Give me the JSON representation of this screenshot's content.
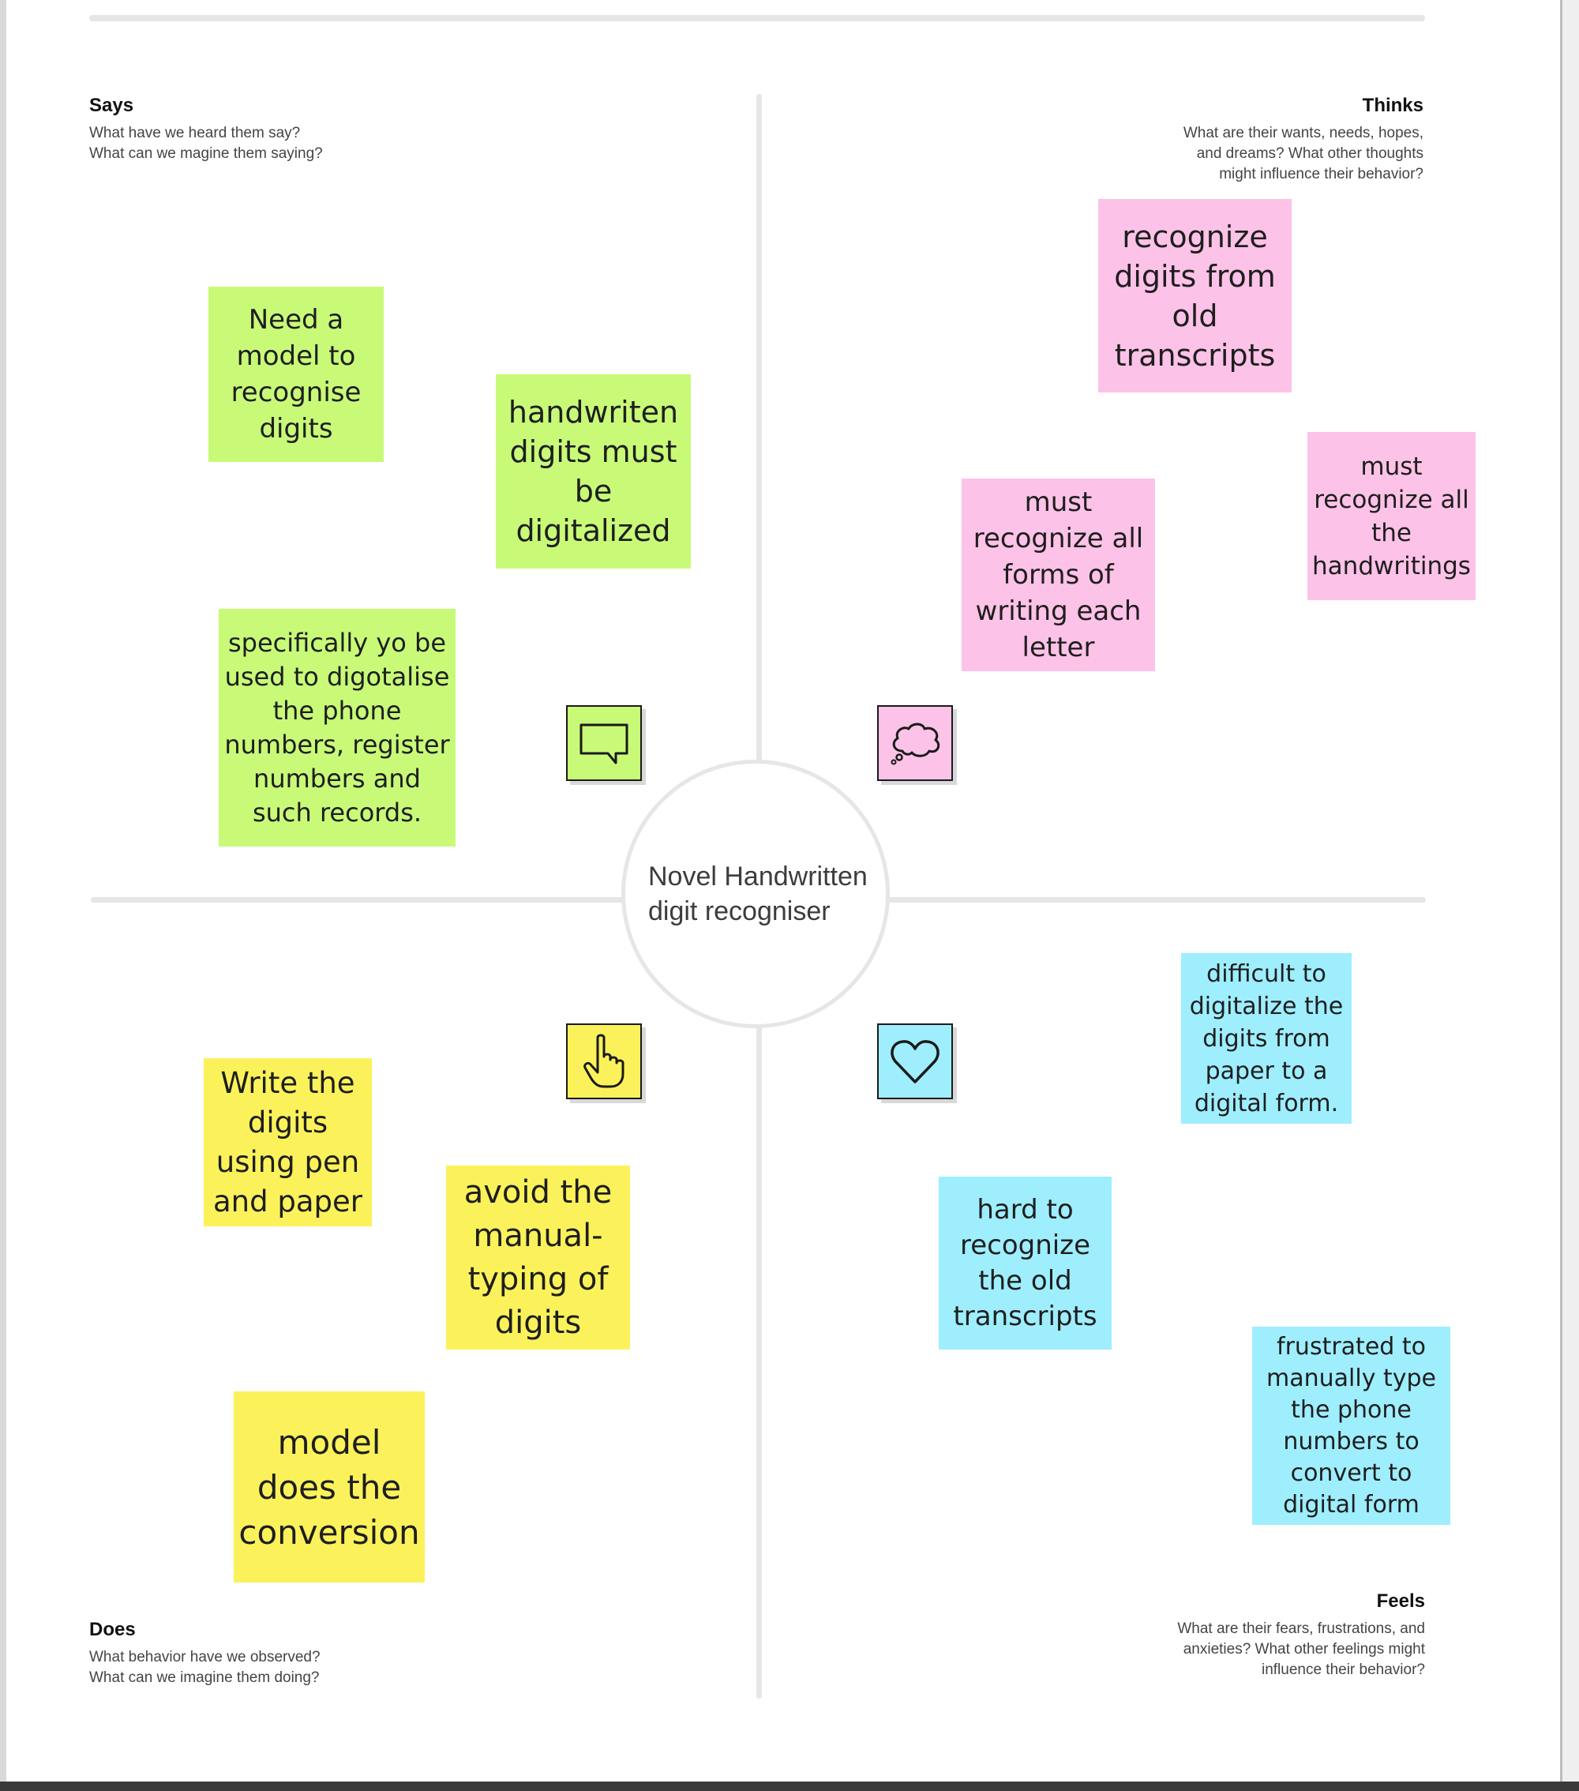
{
  "center": {
    "title": "Novel Handwritten digit recogniser"
  },
  "quadrants": {
    "says": {
      "title": "Says",
      "desc1": "What have we heard them say?",
      "desc2": "What can we magine them saying?"
    },
    "thinks": {
      "title": "Thinks",
      "desc1": "What are their wants, needs, hopes,",
      "desc2": "and dreams? What other thoughts",
      "desc3": "might influence their behavior?"
    },
    "does": {
      "title": "Does",
      "desc1": "What behavior have we observed?",
      "desc2": "What can we imagine them doing?"
    },
    "feels": {
      "title": "Feels",
      "desc1": "What are their fears, frustrations, and",
      "desc2": "anxieties? What other feelings might",
      "desc3": "influence their behavior?"
    }
  },
  "notes": {
    "says": [
      "Need a model to recognise digits",
      "handwriten digits must be digitalized",
      "specifically yo be used to digotalise the phone numbers, register numbers and such records."
    ],
    "thinks": [
      "recognize digits from old transcripts",
      "must recognize all the handwritings",
      "must recognize all forms of writing each letter"
    ],
    "does": [
      "Write the digits using pen and paper",
      "avoid the manual-typing of digits",
      "model does the conversion"
    ],
    "feels": [
      "difficult to digitalize the digits from paper to a digital form.",
      "hard to recognize the old transcripts",
      "frustrated to manually type the phone numbers to convert to digital form"
    ]
  },
  "icons": {
    "says": "speech-bubble-icon",
    "thinks": "thought-cloud-icon",
    "does": "pointing-hand-icon",
    "feels": "heart-icon"
  },
  "colors": {
    "says": "#c8fa78",
    "thinks": "#fdc2e7",
    "does": "#fbf25b",
    "feels": "#9eeefe",
    "axis": "#e6e6e6"
  }
}
